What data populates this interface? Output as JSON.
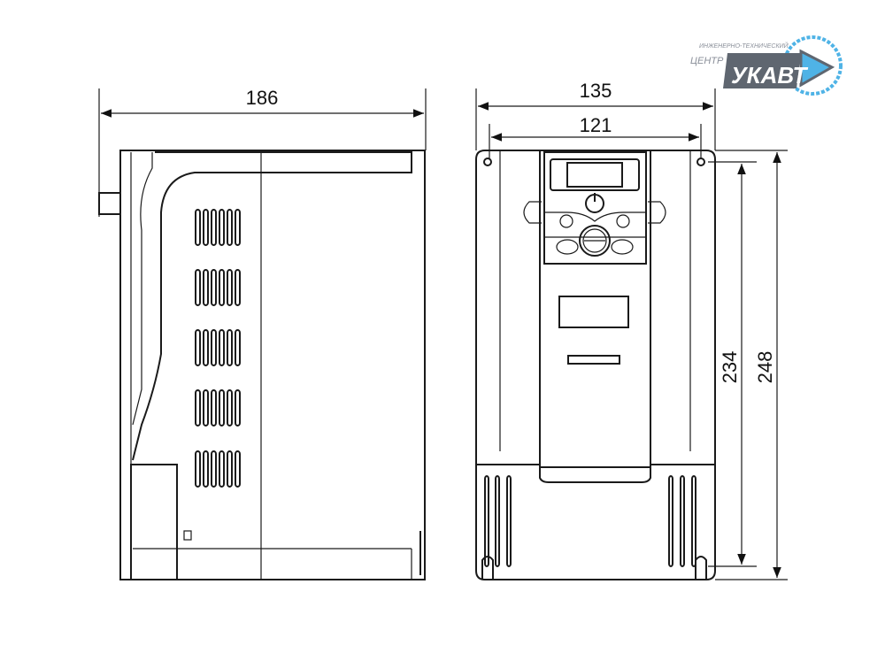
{
  "dimensions": {
    "side_depth": "186",
    "front_width": "135",
    "front_mount_width": "121",
    "front_mount_height": "234",
    "front_height": "248"
  },
  "logo": {
    "line1": "ИНЖЕНЕРНО-ТЕХНИЧЕСКИЙ",
    "line2": "ЦЕНТР",
    "brand": "УКАВТ",
    "colors": {
      "grey": "#5f6670",
      "blue": "#4fb3e6"
    }
  }
}
